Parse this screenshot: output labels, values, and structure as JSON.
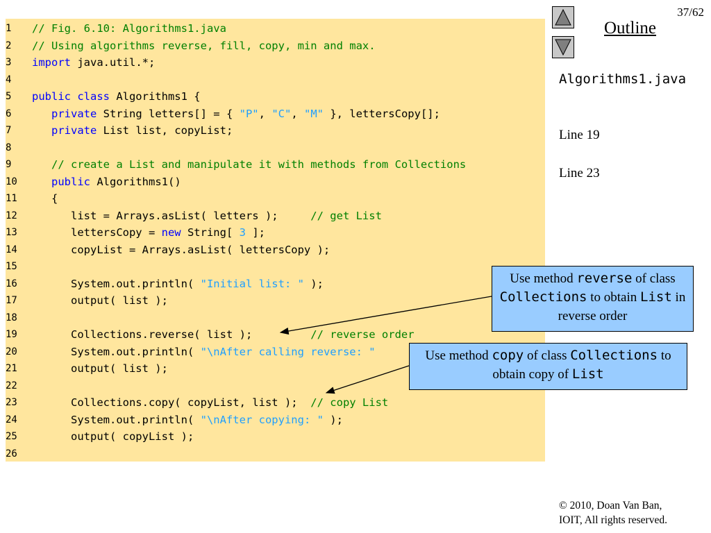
{
  "slide": {
    "page_number": "37/62",
    "outline_label": "Outline",
    "file_name": "Algorithms1.java",
    "line_refs": [
      "Line 19",
      "Line 23"
    ],
    "copyright_line1": "© 2010, Doan Van Ban,",
    "copyright_line2": "IOIT, All rights reserved.",
    "nav": {
      "up": "up-triangle-icon",
      "down": "down-triangle-icon"
    }
  },
  "colors": {
    "code_background": "#ffe69e",
    "callout_background": "#99ccff",
    "comment": "#008000",
    "keyword": "#0000ff",
    "string": "#1f9fff"
  },
  "callouts": [
    {
      "parts": [
        {
          "text": "Use method ",
          "mono": false
        },
        {
          "text": "reverse",
          "mono": true
        },
        {
          "text": " of class ",
          "mono": false
        },
        {
          "text": "Collections",
          "mono": true
        },
        {
          "text": " to obtain ",
          "mono": false
        },
        {
          "text": "List",
          "mono": true
        },
        {
          "text": " in reverse order",
          "mono": false
        }
      ]
    },
    {
      "parts": [
        {
          "text": "Use method ",
          "mono": false
        },
        {
          "text": "copy",
          "mono": true
        },
        {
          "text": " of class ",
          "mono": false
        },
        {
          "text": "Collections",
          "mono": true
        },
        {
          "text": " to obtain copy of ",
          "mono": false
        },
        {
          "text": "List",
          "mono": true
        }
      ]
    }
  ],
  "code": [
    {
      "n": "1",
      "tokens": [
        [
          "comment",
          "// Fig. 6.10: Algorithms1.java"
        ]
      ]
    },
    {
      "n": "2",
      "tokens": [
        [
          "comment",
          "// Using algorithms reverse, fill, copy, min and max."
        ]
      ]
    },
    {
      "n": "3",
      "tokens": [
        [
          "keyword",
          "import"
        ],
        [
          "plain",
          " java.util.*;"
        ]
      ]
    },
    {
      "n": "4",
      "tokens": []
    },
    {
      "n": "5",
      "tokens": [
        [
          "keyword",
          "public class"
        ],
        [
          "plain",
          " Algorithms1 {"
        ]
      ]
    },
    {
      "n": "6",
      "tokens": [
        [
          "plain",
          "   "
        ],
        [
          "keyword",
          "private"
        ],
        [
          "plain",
          " String letters[] = { "
        ],
        [
          "string",
          "\"P\""
        ],
        [
          "plain",
          ", "
        ],
        [
          "string",
          "\"C\""
        ],
        [
          "plain",
          ", "
        ],
        [
          "string",
          "\"M\""
        ],
        [
          "plain",
          " }, lettersCopy[];"
        ]
      ]
    },
    {
      "n": "7",
      "tokens": [
        [
          "plain",
          "   "
        ],
        [
          "keyword",
          "private"
        ],
        [
          "plain",
          " List list, copyList;"
        ]
      ]
    },
    {
      "n": "8",
      "tokens": []
    },
    {
      "n": "9",
      "tokens": [
        [
          "plain",
          "   "
        ],
        [
          "comment",
          "// create a List and manipulate it with methods from Collections"
        ]
      ]
    },
    {
      "n": "10",
      "tokens": [
        [
          "plain",
          "   "
        ],
        [
          "keyword",
          "public"
        ],
        [
          "plain",
          " Algorithms1()"
        ]
      ]
    },
    {
      "n": "11",
      "tokens": [
        [
          "plain",
          "   {"
        ]
      ]
    },
    {
      "n": "12",
      "tokens": [
        [
          "plain",
          "      list = Arrays.asList( letters );     "
        ],
        [
          "comment",
          "// get List"
        ]
      ]
    },
    {
      "n": "13",
      "tokens": [
        [
          "plain",
          "      lettersCopy = "
        ],
        [
          "keyword",
          "new"
        ],
        [
          "plain",
          " String[ "
        ],
        [
          "number",
          "3"
        ],
        [
          "plain",
          " ];"
        ]
      ]
    },
    {
      "n": "14",
      "tokens": [
        [
          "plain",
          "      copyList = Arrays.asList( lettersCopy );"
        ]
      ]
    },
    {
      "n": "15",
      "tokens": []
    },
    {
      "n": "16",
      "tokens": [
        [
          "plain",
          "      System.out.println( "
        ],
        [
          "string",
          "\"Initial list: \""
        ],
        [
          "plain",
          " );"
        ]
      ]
    },
    {
      "n": "17",
      "tokens": [
        [
          "plain",
          "      output( list );"
        ]
      ]
    },
    {
      "n": "18",
      "tokens": []
    },
    {
      "n": "19",
      "tokens": [
        [
          "plain",
          "      Collections.reverse( list );         "
        ],
        [
          "comment",
          "// reverse order"
        ]
      ]
    },
    {
      "n": "20",
      "tokens": [
        [
          "plain",
          "      System.out.println( "
        ],
        [
          "string",
          "\"\\nAfter calling reverse: \""
        ]
      ]
    },
    {
      "n": "21",
      "tokens": [
        [
          "plain",
          "      output( list );"
        ]
      ]
    },
    {
      "n": "22",
      "tokens": []
    },
    {
      "n": "23",
      "tokens": [
        [
          "plain",
          "      Collections.copy( copyList, list );  "
        ],
        [
          "comment",
          "// copy List"
        ]
      ]
    },
    {
      "n": "24",
      "tokens": [
        [
          "plain",
          "      System.out.println( "
        ],
        [
          "string",
          "\"\\nAfter copying: \""
        ],
        [
          "plain",
          " );"
        ]
      ]
    },
    {
      "n": "25",
      "tokens": [
        [
          "plain",
          "      output( copyList );"
        ]
      ]
    },
    {
      "n": "26",
      "tokens": []
    }
  ]
}
